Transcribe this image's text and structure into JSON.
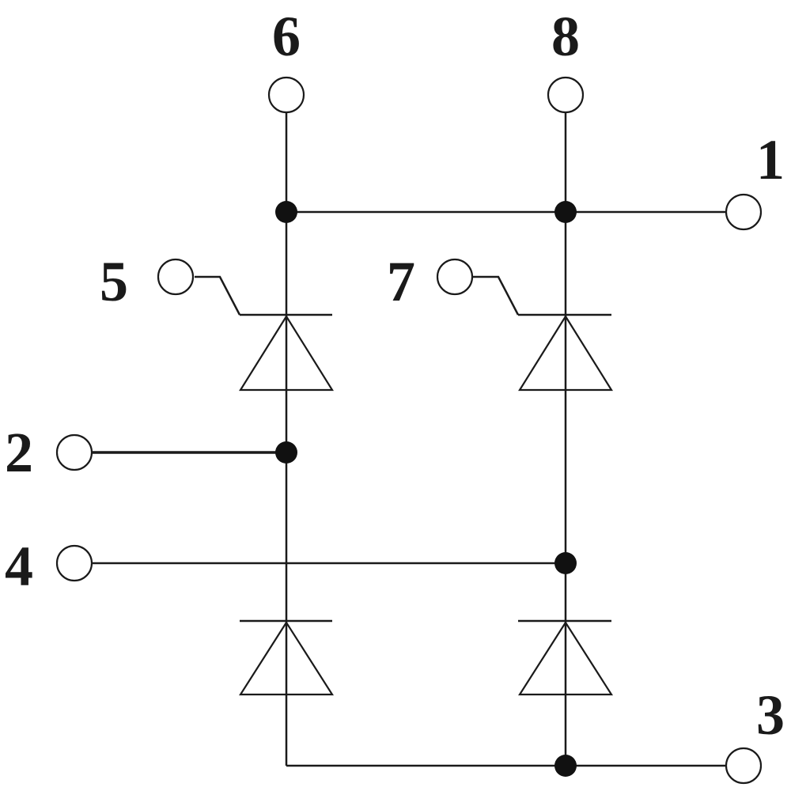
{
  "pins": {
    "p1": "1",
    "p2": "2",
    "p3": "3",
    "p4": "4",
    "p5": "5",
    "p6": "6",
    "p7": "7",
    "p8": "8"
  },
  "colors": {
    "line": "#1a1a1a",
    "junction": "#111111",
    "background": "#ffffff"
  }
}
